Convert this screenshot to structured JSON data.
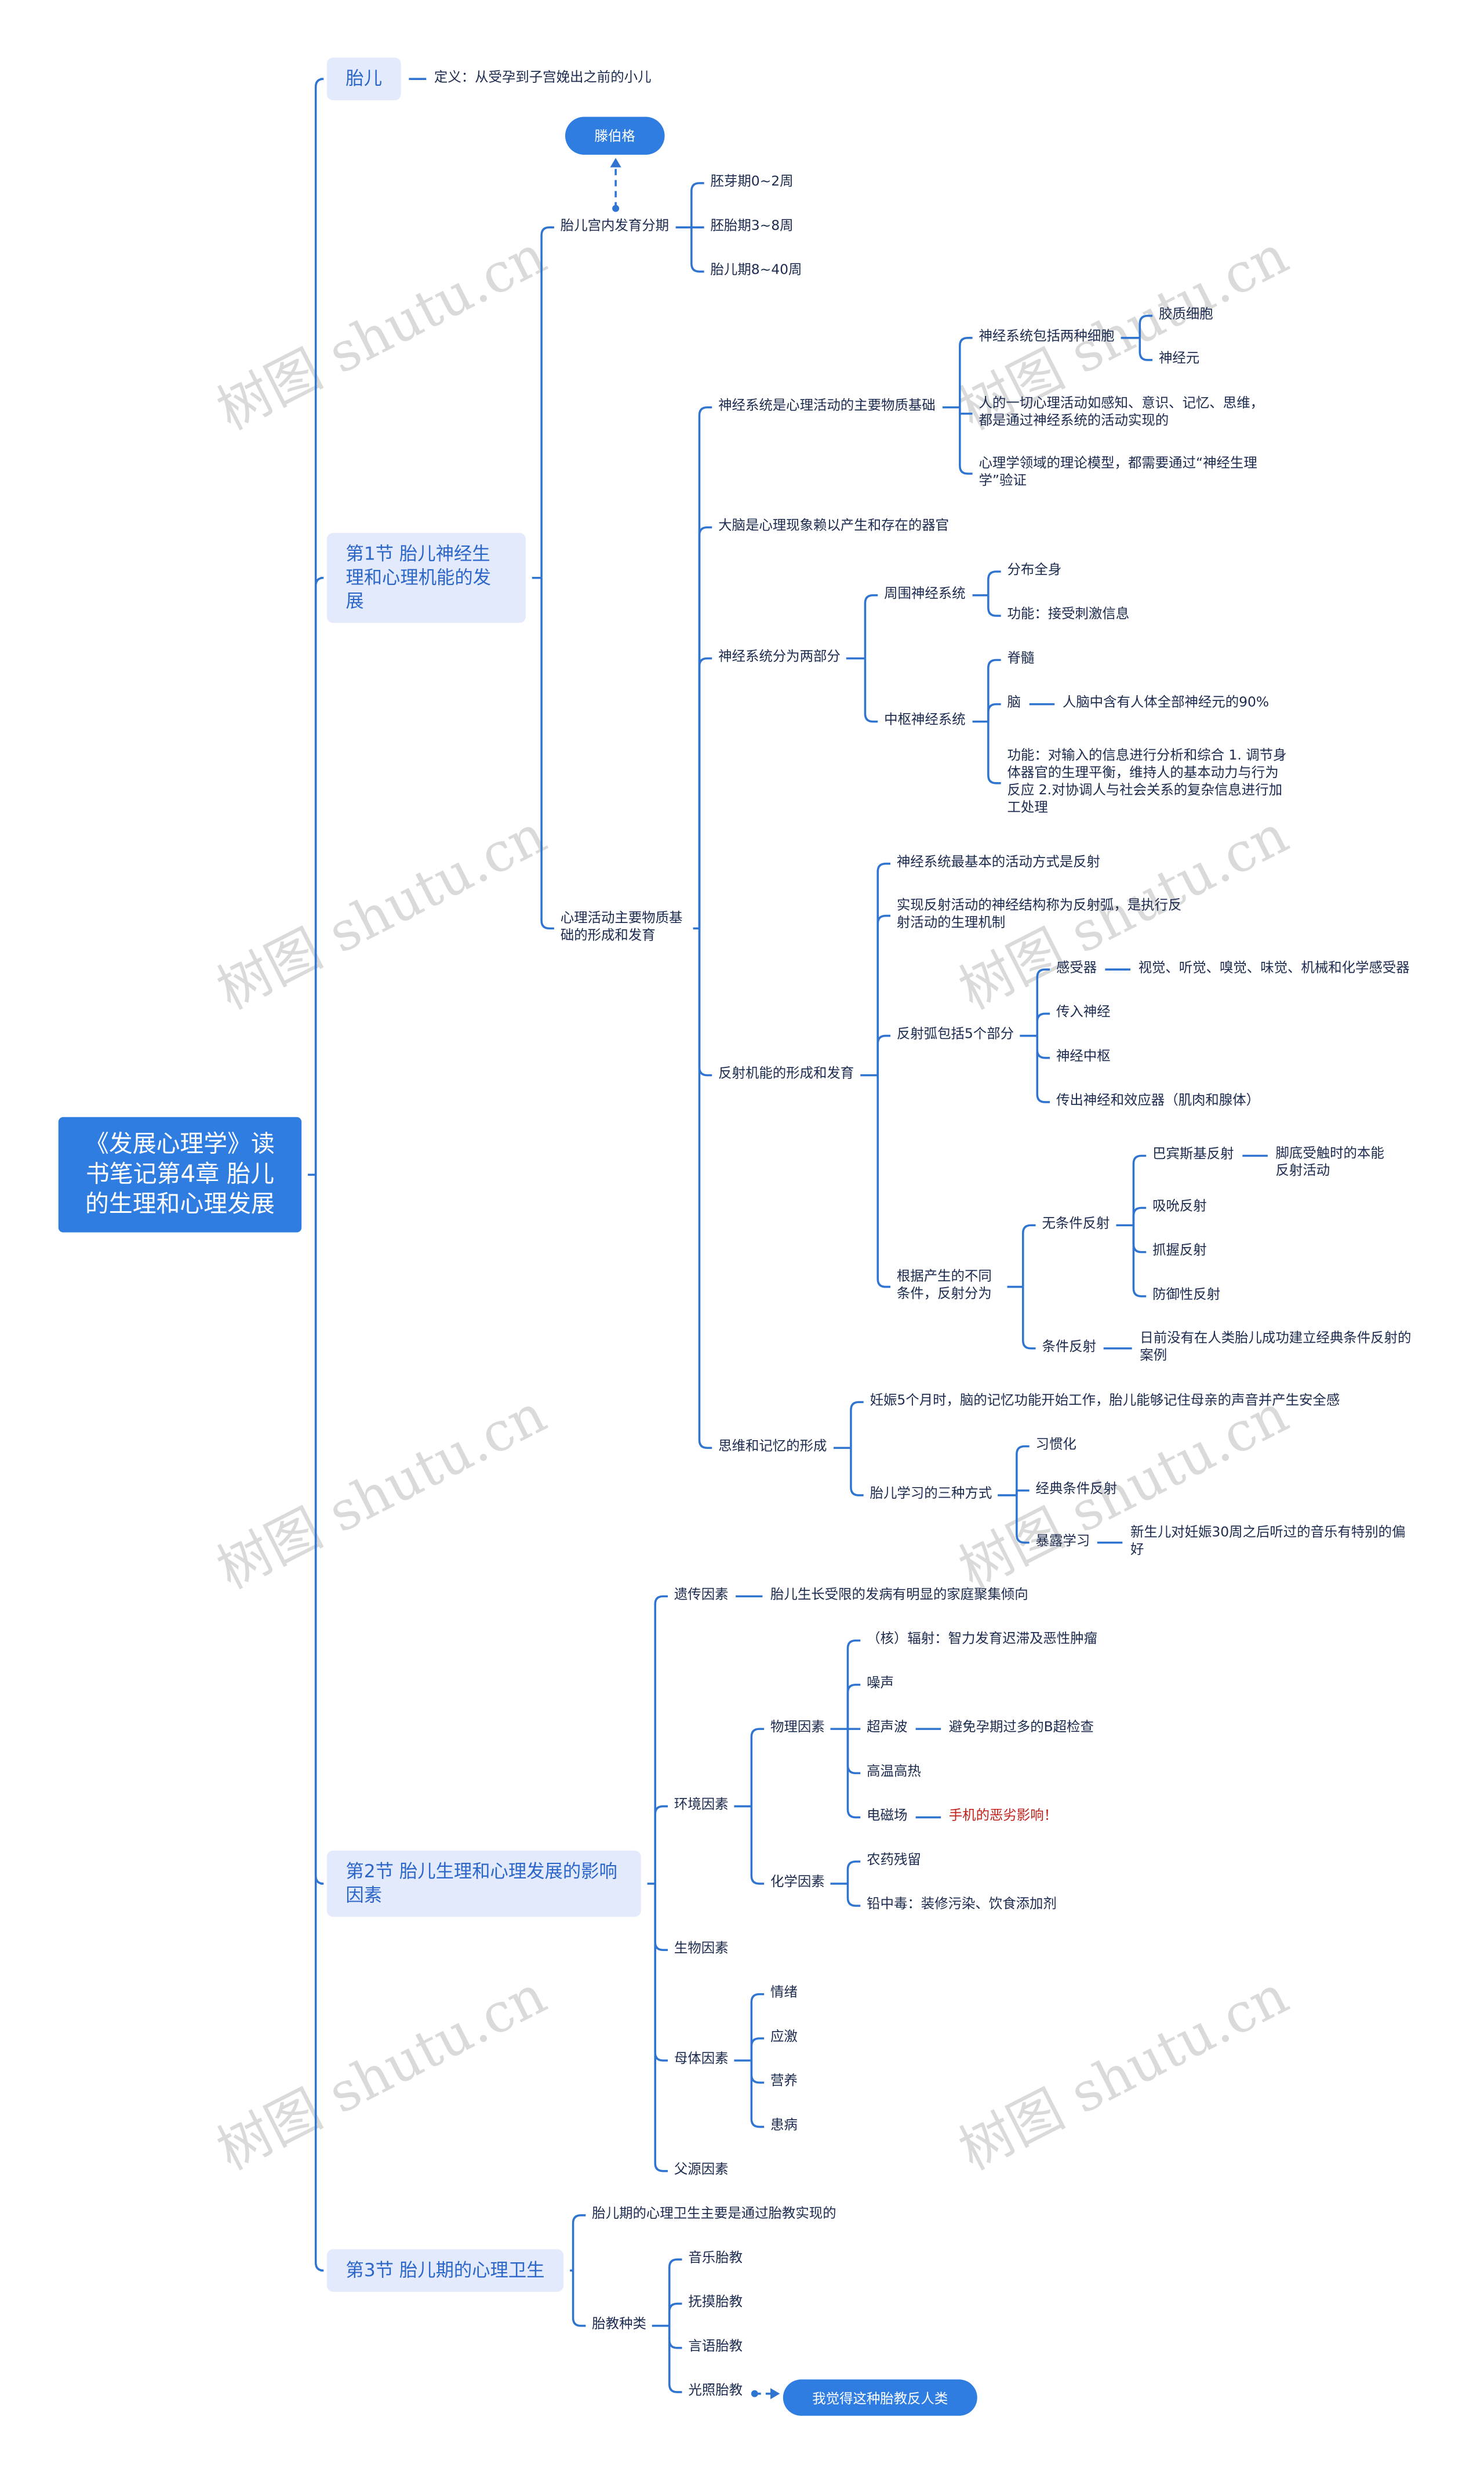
{
  "watermark": "树图 shutu.cn",
  "colors": {
    "line": "#2f74d0",
    "root_bg": "#2f7de1",
    "section_bg": "#e3eafb",
    "section_text": "#2b66c8",
    "text": "#1b2a4e",
    "highlight": "#c0221b"
  },
  "root": {
    "label": "《发展心理学》读书笔记第4章 胎儿的生理和心理发展",
    "children": [
      {
        "label": "胎儿",
        "children": [
          {
            "label": "定义：从受孕到子宫娩出之前的小儿"
          }
        ]
      },
      {
        "label": "第1节 胎儿神经生理和心理机能的发展",
        "children": [
          {
            "label": "胎儿宫内发育分期",
            "children": [
              {
                "label": "胚芽期0~2周"
              },
              {
                "label": "胚胎期3~8周"
              },
              {
                "label": "胎儿期8~40周"
              }
            ]
          },
          {
            "label": "心理活动主要物质基础的形成和发育",
            "children": [
              {
                "label": "神经系统是心理活动的主要物质基础",
                "children": [
                  {
                    "label": "神经系统包括两种细胞",
                    "children": [
                      {
                        "label": "胶质细胞"
                      },
                      {
                        "label": "神经元"
                      }
                    ]
                  },
                  {
                    "label": "人的一切心理活动如感知、意识、记忆、思维，都是通过神经系统的活动实现的"
                  },
                  {
                    "label": "心理学领域的理论模型，都需要通过“神经生理学”验证"
                  }
                ]
              },
              {
                "label": "大脑是心理现象赖以产生和存在的器官"
              },
              {
                "label": "神经系统分为两部分",
                "children": [
                  {
                    "label": "周围神经系统",
                    "children": [
                      {
                        "label": "分布全身"
                      },
                      {
                        "label": "功能：接受刺激信息"
                      }
                    ]
                  },
                  {
                    "label": "中枢神经系统",
                    "children": [
                      {
                        "label": "脊髓"
                      },
                      {
                        "label": "脑",
                        "children": [
                          {
                            "label": "人脑中含有人体全部神经元的90%"
                          }
                        ]
                      },
                      {
                        "label": "功能：对输入的信息进行分析和综合 1. 调节身体器官的生理平衡，维持人的基本动力与行为反应 2.对协调人与社会关系的复杂信息进行加工处理"
                      }
                    ]
                  }
                ]
              },
              {
                "label": "反射机能的形成和发育",
                "children": [
                  {
                    "label": "神经系统最基本的活动方式是反射"
                  },
                  {
                    "label": "实现反射活动的神经结构称为反射弧，是执行反射活动的生理机制"
                  },
                  {
                    "label": "反射弧包括5个部分",
                    "children": [
                      {
                        "label": "感受器",
                        "children": [
                          {
                            "label": "视觉、听觉、嗅觉、味觉、机械和化学感受器"
                          }
                        ]
                      },
                      {
                        "label": "传入神经"
                      },
                      {
                        "label": "神经中枢"
                      },
                      {
                        "label": "传出神经和效应器（肌肉和腺体）"
                      }
                    ]
                  },
                  {
                    "label": "根据产生的不同条件，反射分为",
                    "children": [
                      {
                        "label": "无条件反射",
                        "children": [
                          {
                            "label": "巴宾斯基反射",
                            "children": [
                              {
                                "label": "脚底受触时的本能反射活动"
                              }
                            ]
                          },
                          {
                            "label": "吸吮反射"
                          },
                          {
                            "label": "抓握反射"
                          },
                          {
                            "label": "防御性反射"
                          }
                        ]
                      },
                      {
                        "label": "条件反射",
                        "children": [
                          {
                            "label": "日前没有在人类胎儿成功建立经典条件反射的案例"
                          }
                        ]
                      }
                    ]
                  }
                ]
              },
              {
                "label": "思维和记忆的形成",
                "children": [
                  {
                    "label": "妊娠5个月时，脑的记忆功能开始工作，胎儿能够记住母亲的声音并产生安全感"
                  },
                  {
                    "label": "胎儿学习的三种方式",
                    "children": [
                      {
                        "label": "习惯化"
                      },
                      {
                        "label": "经典条件反射"
                      },
                      {
                        "label": "暴露学习",
                        "children": [
                          {
                            "label": "新生儿对妊娠30周之后听过的音乐有特别的偏好"
                          }
                        ]
                      }
                    ]
                  }
                ]
              }
            ]
          }
        ]
      },
      {
        "label": "第2节 胎儿生理和心理发展的影响因素",
        "children": [
          {
            "label": "遗传因素",
            "children": [
              {
                "label": "胎儿生长受限的发病有明显的家庭聚集倾向"
              }
            ]
          },
          {
            "label": "环境因素",
            "children": [
              {
                "label": "物理因素",
                "children": [
                  {
                    "label": "（核）辐射：智力发育迟滞及恶性肿瘤"
                  },
                  {
                    "label": "噪声"
                  },
                  {
                    "label": "超声波",
                    "children": [
                      {
                        "label": "避免孕期过多的B超检查"
                      }
                    ]
                  },
                  {
                    "label": "高温高热"
                  },
                  {
                    "label": "电磁场",
                    "children": [
                      {
                        "label": "手机的恶劣影响！"
                      }
                    ]
                  }
                ]
              },
              {
                "label": "化学因素",
                "children": [
                  {
                    "label": "农药残留"
                  },
                  {
                    "label": "铅中毒：装修污染、饮食添加剂"
                  }
                ]
              }
            ]
          },
          {
            "label": "生物因素"
          },
          {
            "label": "母体因素",
            "children": [
              {
                "label": "情绪"
              },
              {
                "label": "应激"
              },
              {
                "label": "营养"
              },
              {
                "label": "患病"
              }
            ]
          },
          {
            "label": "父源因素"
          }
        ]
      },
      {
        "label": "第3节 胎儿期的心理卫生",
        "children": [
          {
            "label": "胎儿期的心理卫生主要是通过胎教实现的"
          },
          {
            "label": "胎教种类",
            "children": [
              {
                "label": "音乐胎教"
              },
              {
                "label": "抚摸胎教"
              },
              {
                "label": "言语胎教"
              },
              {
                "label": "光照胎教"
              }
            ]
          }
        ]
      }
    ]
  },
  "callouts": [
    {
      "label": "滕伯格"
    },
    {
      "label": "我觉得这种胎教反人类"
    }
  ]
}
